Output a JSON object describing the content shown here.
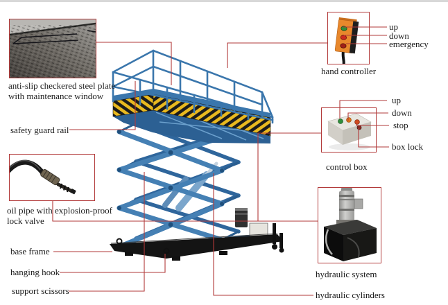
{
  "labels": {
    "plate_line1": "anti-slip checkered steel plate",
    "plate_line2": "with maintenance window",
    "safety_guard_rail": "safety guard rail",
    "oil_pipe_line1": "oil pipe with explosion-proof",
    "oil_pipe_line2": "lock valve",
    "base_frame": "base frame",
    "hanging_hook": "hanging hook",
    "support_scissors": "support scissors",
    "hand_controller": {
      "caption": "hand controller",
      "up": "up",
      "down": "down",
      "emergency": "emergency"
    },
    "control_box": {
      "caption": "control box",
      "up": "up",
      "down": "down",
      "stop": "stop",
      "box_lock": "box lock"
    },
    "hydraulic_system": "hydraulic system",
    "hydraulic_cylinders": "hydraulic cylinders"
  },
  "colors": {
    "annotation_red": "#b23a3a",
    "machine_blue": "#3a76ac",
    "hazard_yellow": "#e9b91f",
    "hazard_black": "#1c1c1c",
    "base_frame_black": "#141414"
  }
}
